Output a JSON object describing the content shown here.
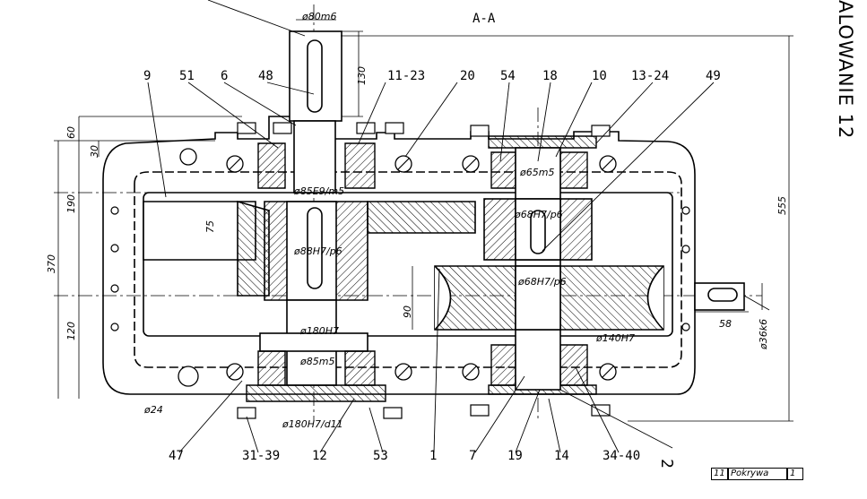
{
  "section_title": "A-A",
  "side_caption": "ALOWANIE 12",
  "part_numbers_top": [
    "9",
    "51",
    "6",
    "48",
    "11-23",
    "20",
    "54",
    "18",
    "10",
    "13-24",
    "49"
  ],
  "part_numbers_bottom": [
    "47",
    "31-39",
    "12",
    "53",
    "1",
    "7",
    "19",
    "14",
    "34-40",
    "2"
  ],
  "fits": {
    "input_shaft": "ø80m6",
    "bearing_seat_top": "ø85E9/m5",
    "gear_seat_left": "ø88H7/p6",
    "housing_bore": "ø180H7",
    "bearing_seat_bottom": "ø85m5",
    "cover_fit": "ø180H7/d11",
    "mid_bearing": "ø65m5",
    "pinion_seat": "ø68H7/p6",
    "gear_seat_right": "ø68H7/p6",
    "right_housing_bore": "ø140H7",
    "output_shaft": "ø36k6",
    "drain": "ø24"
  },
  "dims": {
    "shaft_len": "130",
    "h60": "60",
    "h30": "30",
    "h190": "190",
    "h370": "370",
    "h120": "120",
    "h75": "75",
    "h90": "90",
    "h555": "555",
    "h58": "58"
  },
  "title_block": {
    "num": "11",
    "name": "Pokrywa",
    "qty": "1"
  }
}
